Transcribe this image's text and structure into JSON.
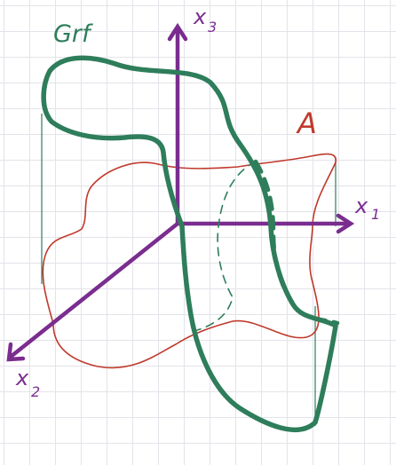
{
  "labels": {
    "graph_label": "Grf",
    "region_label": "A",
    "axis_x1": "x",
    "axis_x1_sub": "1",
    "axis_x2": "x",
    "axis_x2_sub": "2",
    "axis_x3": "x",
    "axis_x3_sub": "3"
  },
  "colors": {
    "axes": "#7a2d8f",
    "region": "#c0392b",
    "graph": "#2e7d5b",
    "guide_lines": "#2e7d5b",
    "grid": "#e3e3ea"
  }
}
